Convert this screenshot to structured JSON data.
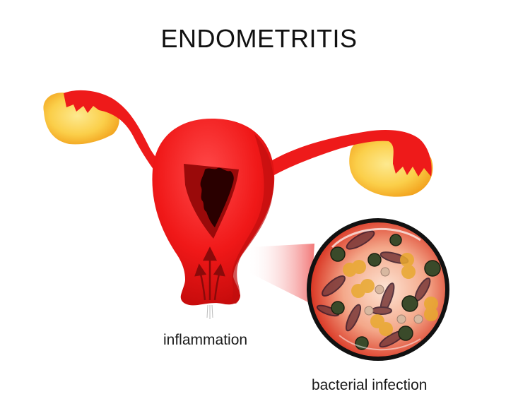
{
  "diagram": {
    "title": "ENDOMETRITIS",
    "labels": {
      "inflammation": "inflammation",
      "bacterial_infection": "bacterial infection"
    },
    "components": [
      "uterus",
      "left-fallopian-tube",
      "right-fallopian-tube",
      "left-ovary",
      "right-ovary",
      "uterine-cavity-cutaway",
      "cervix-arrows",
      "magnified-bacteria-circle"
    ],
    "colors": {
      "uterus_red": "#f01818",
      "uterus_dark": "#b50a0a",
      "cavity_dark": "#2a0000",
      "ovary_yellow": "#f7c23a",
      "ovary_light": "#fde28a",
      "circle_border": "#111111",
      "circle_fill": "#e8503a"
    }
  }
}
